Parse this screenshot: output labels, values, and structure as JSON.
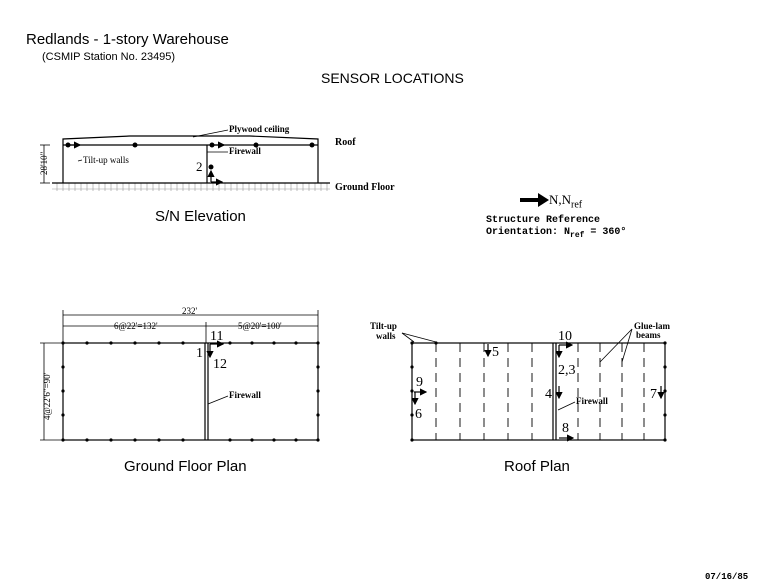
{
  "header": {
    "title": "Redlands - 1-story Warehouse",
    "station": "(CSMIP Station No. 23495)",
    "section": "SENSOR LOCATIONS"
  },
  "elevation": {
    "caption": "S/N Elevation",
    "roof_label": "Roof",
    "ground_label": "Ground Floor",
    "plywood_label": "Plywood ceiling",
    "firewall_label": "Firewall",
    "walls_label": "Tilt-up walls",
    "height_dim": "28'10\"",
    "sensor_2": "2"
  },
  "reference": {
    "north_label": "N,N",
    "north_sub": "ref",
    "line1": "Structure Reference",
    "line2a": "Orientation: N",
    "line2sub": "ref",
    "line2b": " = 360°"
  },
  "ground_plan": {
    "caption": "Ground Floor Plan",
    "total_dim": "232'",
    "left_dim": "6@22'=132'",
    "right_dim": "5@20'=100'",
    "height_dim": "4@22'6\"=90'",
    "firewall_label": "Firewall",
    "sensor_1": "1",
    "sensor_11": "11",
    "sensor_12": "12"
  },
  "roof_plan": {
    "caption": "Roof Plan",
    "walls_label_1": "Tilt-up",
    "walls_label_2": "walls",
    "beams_label_1": "Glue-lam",
    "beams_label_2": "beams",
    "firewall_label": "Firewall",
    "sensor_10": "10",
    "sensor_5": "5",
    "sensor_23": "2,3",
    "sensor_4": "4",
    "sensor_9": "9",
    "sensor_6": "6",
    "sensor_7": "7",
    "sensor_8": "8"
  },
  "date": "07/16/85"
}
